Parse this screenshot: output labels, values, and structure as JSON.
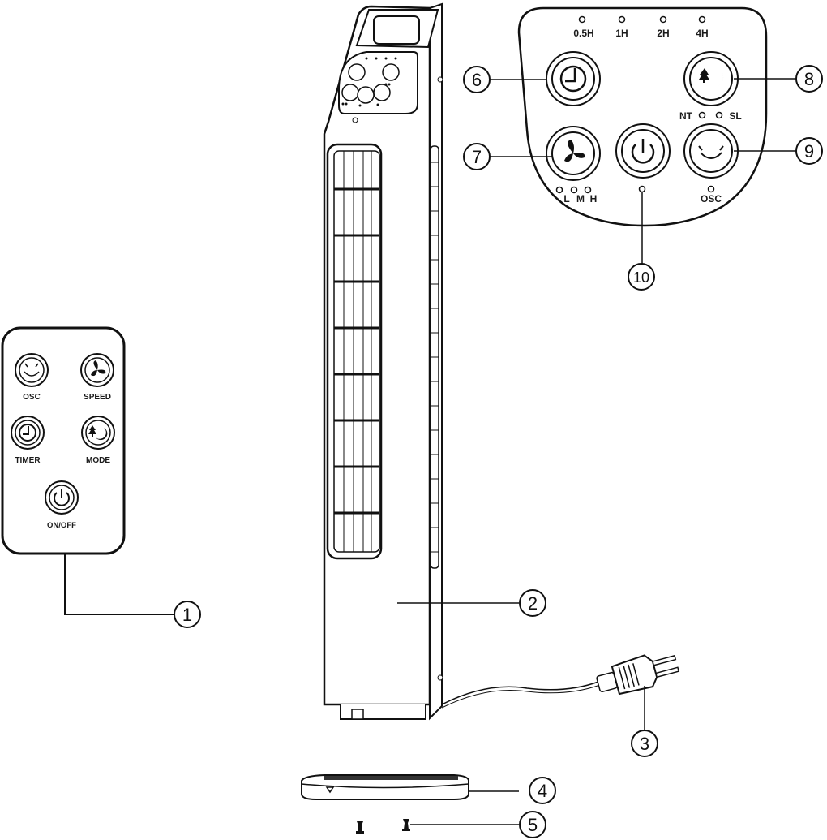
{
  "callouts": {
    "c1": "1",
    "c2": "2",
    "c3": "3",
    "c4": "4",
    "c5": "5",
    "c6": "6",
    "c7": "7",
    "c8": "8",
    "c9": "9",
    "c10": "10"
  },
  "remote": {
    "osc": "OSC",
    "speed": "SPEED",
    "timer": "TIMER",
    "mode": "MODE",
    "onoff": "ON/OFF"
  },
  "panel": {
    "timer_levels": [
      "0.5H",
      "1H",
      "2H",
      "4H"
    ],
    "mode_nt": "NT",
    "mode_sl": "SL",
    "speed_l": "L",
    "speed_m": "M",
    "speed_h": "H",
    "osc": "OSC"
  },
  "icons": [
    "timer-icon",
    "fan-icon",
    "power-icon",
    "mode-icon",
    "oscillation-icon",
    "plug-icon",
    "screw-icon"
  ]
}
